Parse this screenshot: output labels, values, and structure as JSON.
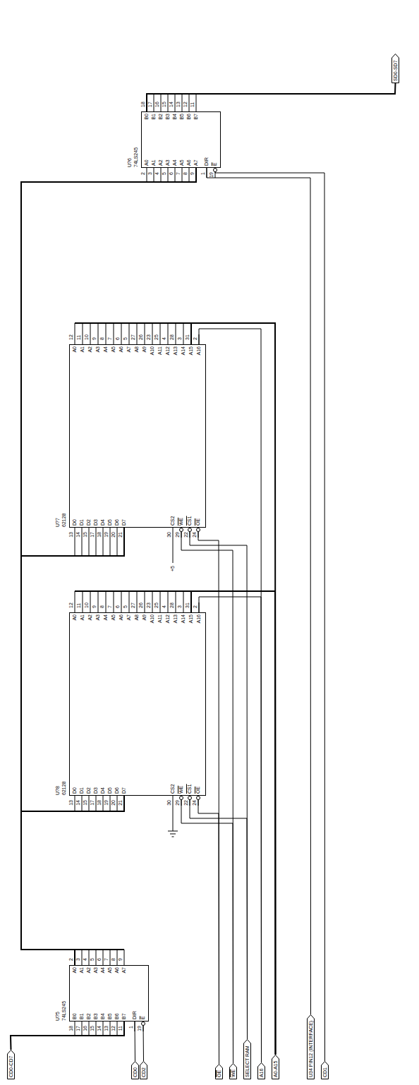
{
  "diagram": {
    "nodes": [
      {
        "text": [
          "CD0-CD7"
        ]
      },
      {
        "text": [
          "CD0"
        ]
      },
      {
        "text": [
          "CD2"
        ]
      },
      {
        "text": [
          "OE"
        ]
      },
      {
        "text": [
          "WE"
        ]
      },
      {
        "text": [
          "SELECT RAM"
        ]
      },
      {
        "text": [
          "A16"
        ]
      },
      {
        "text": [
          "A0-A15"
        ]
      },
      {
        "text": [
          "U34 PIN12 (INTERFACE)"
        ]
      },
      {
        "text": [
          "CD1"
        ]
      },
      {
        "text": [
          "U?5",
          "74LS245",
          "B0",
          "B1",
          "B2",
          "B3",
          "B4",
          "B5",
          "B6",
          "B7",
          "A0",
          "A1",
          "A2",
          "A3",
          "A4",
          "A5",
          "A6",
          "A7",
          "DIR",
          "E"
        ]
      },
      {
        "text": [
          "U?8",
          "62128",
          "D0",
          "D1",
          "D2",
          "D3",
          "D4",
          "D5",
          "D6",
          "D7",
          "CS2",
          "WE",
          "CS1",
          "OE",
          "A0",
          "A1",
          "A2",
          "A3",
          "A4",
          "A5",
          "A6",
          "A7",
          "A8",
          "A9",
          "A10",
          "A11",
          "A12",
          "A13",
          "A14",
          "A15",
          "A16"
        ]
      },
      {
        "text": [
          "U?7",
          "62128",
          "D0",
          "D1",
          "D2",
          "D3",
          "D4",
          "D5",
          "D6",
          "D7",
          "CS2",
          "WE",
          "CS1",
          "OE",
          "A0",
          "A1",
          "A2",
          "A3",
          "A4",
          "A5",
          "A6",
          "A7",
          "A8",
          "A9",
          "A10",
          "A11",
          "A12",
          "A13",
          "A14",
          "A15",
          "A16"
        ]
      },
      {
        "text": [
          "U?6",
          "74LS245",
          "A0",
          "A1",
          "A2",
          "A3",
          "A4",
          "A5",
          "A6",
          "A7",
          "DIR",
          "E",
          "B0",
          "B1",
          "B2",
          "B3",
          "B4",
          "B5",
          "B6",
          "B7"
        ]
      },
      {
        "text": [
          "SD0-SD7"
        ]
      }
    ],
    "edges": [
      {
        "from": 0,
        "to": 10,
        "arrow": "none"
      },
      {
        "from": 1,
        "to": 10,
        "arrow": "none"
      },
      {
        "from": 2,
        "to": 10,
        "arrow": "none"
      },
      {
        "from": 10,
        "to": 11,
        "arrow": "none"
      },
      {
        "from": 10,
        "to": 12,
        "arrow": "none"
      },
      {
        "from": 10,
        "to": 13,
        "arrow": "none"
      },
      {
        "from": 3,
        "to": 11,
        "arrow": "none"
      },
      {
        "from": 3,
        "to": 12,
        "arrow": "none"
      },
      {
        "from": 4,
        "to": 11,
        "arrow": "none"
      },
      {
        "from": 4,
        "to": 12,
        "arrow": "none"
      },
      {
        "from": 5,
        "to": 11,
        "arrow": "none"
      },
      {
        "from": 5,
        "to": 12,
        "arrow": "none"
      },
      {
        "from": 6,
        "to": 11,
        "arrow": "none"
      },
      {
        "from": 6,
        "to": 12,
        "arrow": "none"
      },
      {
        "from": 7,
        "to": 11,
        "arrow": "none"
      },
      {
        "from": 7,
        "to": 12,
        "arrow": "none"
      },
      {
        "from": 8,
        "to": 13,
        "arrow": "none"
      },
      {
        "from": 9,
        "to": 13,
        "arrow": "none"
      },
      {
        "from": 13,
        "to": 14,
        "arrow": "none"
      }
    ],
    "labels": [
      "18",
      "17",
      "16",
      "15",
      "14",
      "13",
      "12",
      "11",
      "2",
      "3",
      "4",
      "5",
      "6",
      "7",
      "8",
      "9",
      "1",
      "19",
      "13",
      "14",
      "15",
      "17",
      "18",
      "19",
      "20",
      "21",
      "30",
      "29",
      "22",
      "24",
      "12",
      "11",
      "10",
      "9",
      "8",
      "7",
      "6",
      "5",
      "27",
      "26",
      "23",
      "25",
      "4",
      "28",
      "3",
      "31",
      "2",
      "13",
      "14",
      "15",
      "17",
      "18",
      "19",
      "20",
      "21",
      "30",
      "29",
      "22",
      "24",
      "12",
      "11",
      "10",
      "9",
      "8",
      "7",
      "6",
      "5",
      "27",
      "26",
      "23",
      "25",
      "4",
      "28",
      "3",
      "31",
      "2",
      "2",
      "3",
      "4",
      "5",
      "6",
      "7",
      "8",
      "9",
      "1",
      "19",
      "18",
      "17",
      "16",
      "15",
      "14",
      "13",
      "12",
      "11",
      "+5"
    ]
  }
}
